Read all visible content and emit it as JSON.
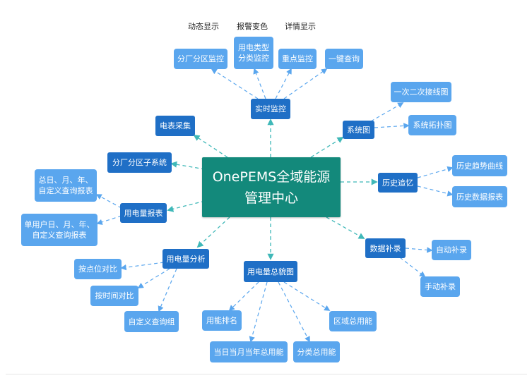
{
  "colors": {
    "hub": "#13897b",
    "primary": "#1f6fc6",
    "secondary": "#5aa6ee",
    "connector": "#3fb8b8"
  },
  "center": {
    "text": "OnePEMS全域能源\n管理中心"
  },
  "labels": {
    "dynamic": "动态显示",
    "alarm": "报警变色",
    "detail": "详情显示"
  },
  "nodes": {
    "realtime": "实时监控",
    "factory_monitor": "分厂分区监控",
    "type_monitor": "用电类型\n分类监控",
    "key_monitor": "重点监控",
    "one_click": "一键查询",
    "system_diagram": "系统图",
    "wiring": "一次二次接线图",
    "topology": "系统拓扑图",
    "history": "历史追忆",
    "trend": "历史趋势曲线",
    "history_report": "历史数据报表",
    "data_fill": "数据补录",
    "auto_fill": "自动补录",
    "manual_fill": "手动补录",
    "overview": "用电量总貌图",
    "total_area": "区域总用能",
    "total_class": "分类总用能",
    "total_period": "当日当月当年总用能",
    "ranking": "用能排名",
    "analysis": "用电量分析",
    "cmp_point": "按点位对比",
    "cmp_time": "按时间对比",
    "custom_group": "自定义查询组",
    "report": "用电量报表",
    "report_total": "总日、月、年、\n自定义查询报表",
    "report_user": "单用户日、月、年、\n自定义查询报表",
    "factory_sub": "分厂分区子系统",
    "meter": "电表采集"
  }
}
